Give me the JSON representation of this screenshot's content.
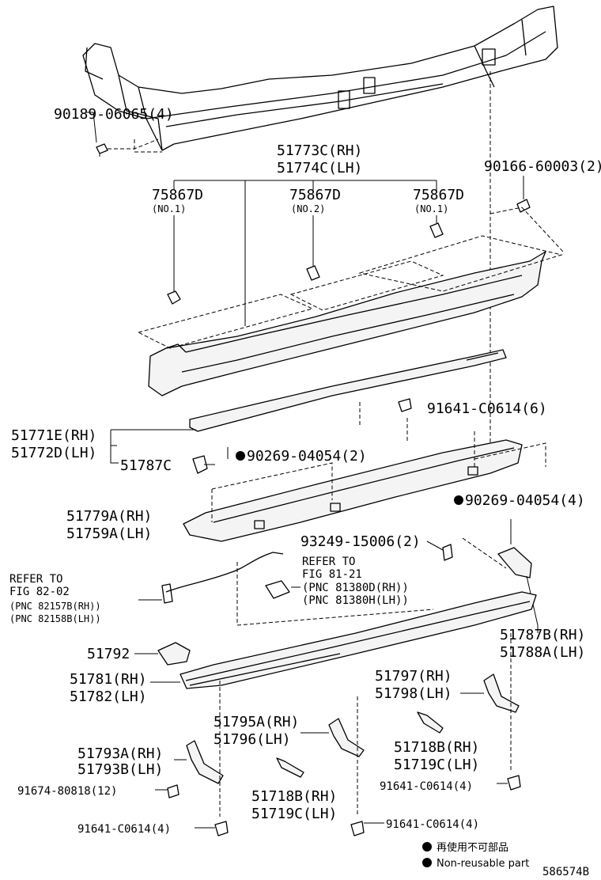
{
  "labels": {
    "p1": "90189-06065(4)",
    "p2a": "51773C(RH)",
    "p2b": "51774C(LH)",
    "p3": "90166-60003(2)",
    "p4a": "75867D",
    "p4b": "(NO.1)",
    "p5a": "75867D",
    "p5b": "(NO.2)",
    "p6a": "75867D",
    "p6b": "(NO.1)",
    "p7": "91641-C0614(6)",
    "p8a": "51771E(RH)",
    "p8b": "51772D(LH)",
    "p9": "51787C",
    "p10": "90269-04054(2)",
    "p11a": "51779A(RH)",
    "p11b": "51759A(LH)",
    "p12": "90269-04054(4)",
    "p13": "93249-15006(2)",
    "p14a": "REFER TO",
    "p14b": "FIG 81-21",
    "p14c": "(PNC 81380D(RH))",
    "p14d": "(PNC 81380H(LH))",
    "p15a": "REFER TO",
    "p15b": "FIG 82-02",
    "p15c": "(PNC 82157B(RH))",
    "p15d": "(PNC 82158B(LH))",
    "p16a": "51787B(RH)",
    "p16b": "51788A(LH)",
    "p17": "51792",
    "p18a": "51781(RH)",
    "p18b": "51782(LH)",
    "p19a": "51797(RH)",
    "p19b": "51798(LH)",
    "p20a": "51795A(RH)",
    "p20b": "51796(LH)",
    "p21a": "51718B(RH)",
    "p21b": "51719C(LH)",
    "p22a": "51793A(RH)",
    "p22b": "51793B(LH)",
    "p23": "91674-80818(12)",
    "p24a": "51718B(RH)",
    "p24b": "51719C(LH)",
    "p25": "91641-C0614(4)",
    "p26": "91641-C0614(4)",
    "p27": "91641-C0614(4)"
  },
  "legend": {
    "jp": "再使用不可部品",
    "en": "Non-reusable part"
  },
  "figure_id": "586574B"
}
